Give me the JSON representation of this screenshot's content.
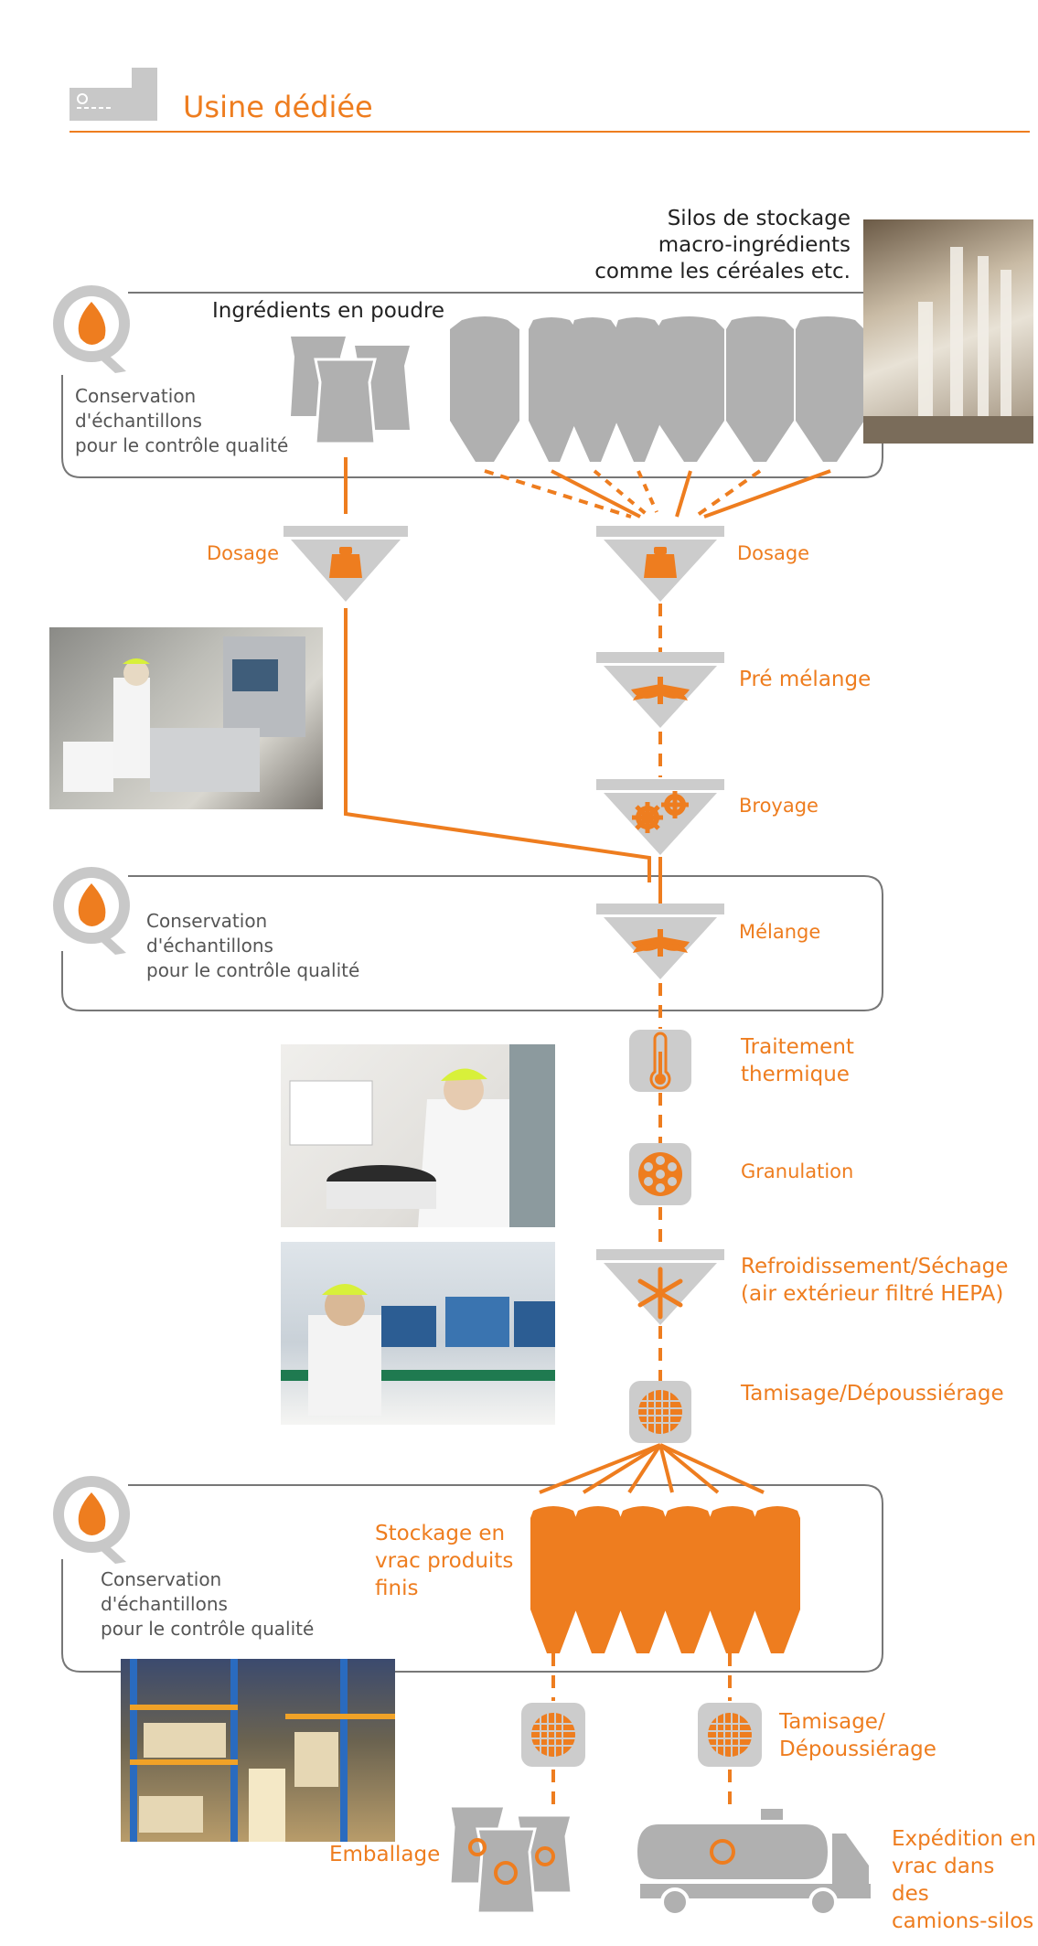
{
  "header": {
    "title": "Usine dédiée",
    "icon": "factory-icon"
  },
  "colors": {
    "accent": "#ee7d1f",
    "gray": "#b0b0b0",
    "dark_gray": "#777777"
  },
  "quality": {
    "label_1": "Conservation",
    "label_2": "d'échantillons",
    "label_3": "pour le contrôle qualité"
  },
  "storage": {
    "silos_1": "Silos de stockage",
    "silos_2": "macro-ingrédients",
    "silos_3": "comme les céréales etc.",
    "powder": "Ingrédients en poudre"
  },
  "steps": {
    "dosage_left": "Dosage",
    "dosage_right": "Dosage",
    "premix": "Pré mélange",
    "grinding": "Broyage",
    "mixing": "Mélange",
    "thermal_1": "Traitement",
    "thermal_2": "thermique",
    "pelleting": "Granulation",
    "cooling_1": "Refroidissement/Séchage",
    "cooling_2": "(air extérieur filtré HEPA)",
    "sieving": "Tamisage/Dépoussiérage",
    "bulk_1": "Stockage en",
    "bulk_2": "vrac produits",
    "bulk_3": "finis",
    "sieving2_1": "Tamisage/",
    "sieving2_2": "Dépoussiérage",
    "packaging": "Emballage",
    "shipping_1": "Expédition en",
    "shipping_2": "vrac dans des",
    "shipping_3": "camions-silos"
  },
  "icons": [
    "weight-icon",
    "mixer-blade-icon",
    "gears-icon",
    "thermometer-icon",
    "pellet-die-icon",
    "snowflake-icon",
    "sieve-icon",
    "silo-icon",
    "bag-icon",
    "tanker-truck-icon",
    "quality-q-icon"
  ],
  "photos": [
    "silo-room-photo",
    "operator-dosing-photo",
    "lab-sample-photo",
    "control-room-photo",
    "warehouse-photo"
  ]
}
